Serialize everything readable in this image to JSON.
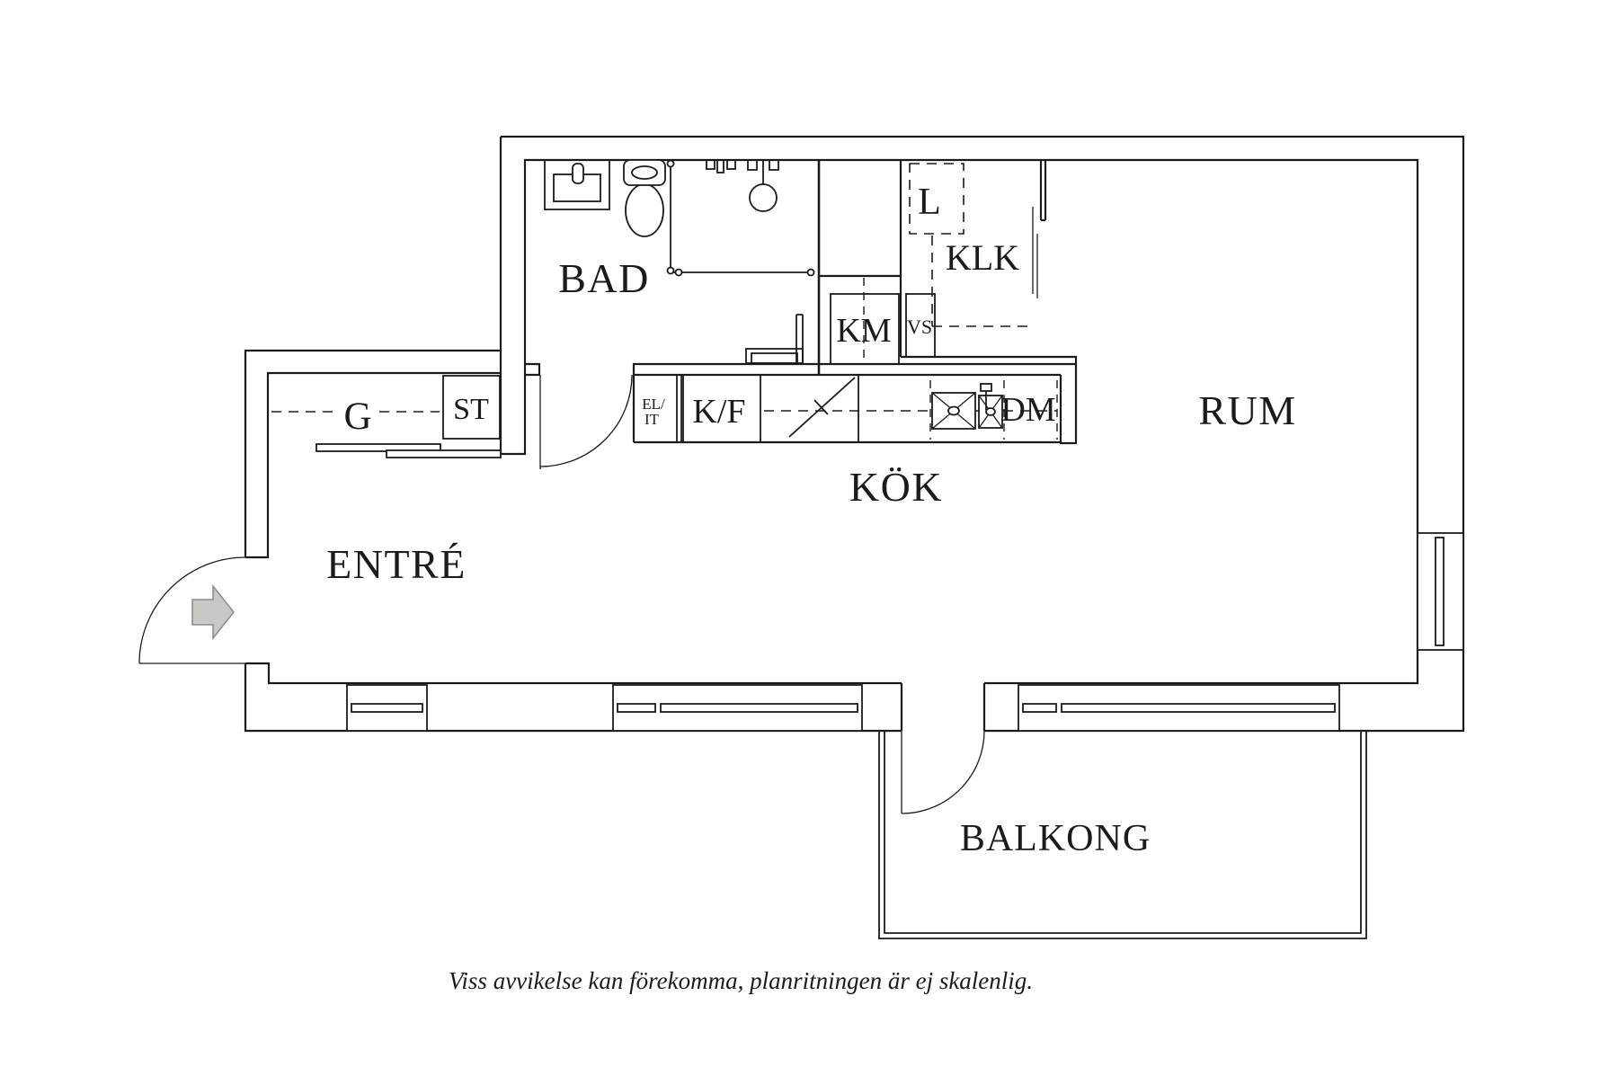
{
  "floorplan": {
    "labels": {
      "bad": "BAD",
      "entre": "ENTRÉ",
      "kok": "KÖK",
      "rum": "RUM",
      "balkong": "BALKONG",
      "klk": "KLK",
      "g": "G",
      "st": "ST",
      "km": "KM",
      "vs": "VS",
      "l": "L",
      "kf": "K/F",
      "dm": "DM",
      "el": "EL/",
      "it": "IT"
    },
    "caption": "Viss avvikelse kan förekomma, planritningen är ej skalenlig.",
    "colors": {
      "line": "#1b1b1b",
      "background": "#ffffff",
      "arrow_fill": "#c9c8c4",
      "arrow_stroke": "#8a8a86"
    }
  }
}
